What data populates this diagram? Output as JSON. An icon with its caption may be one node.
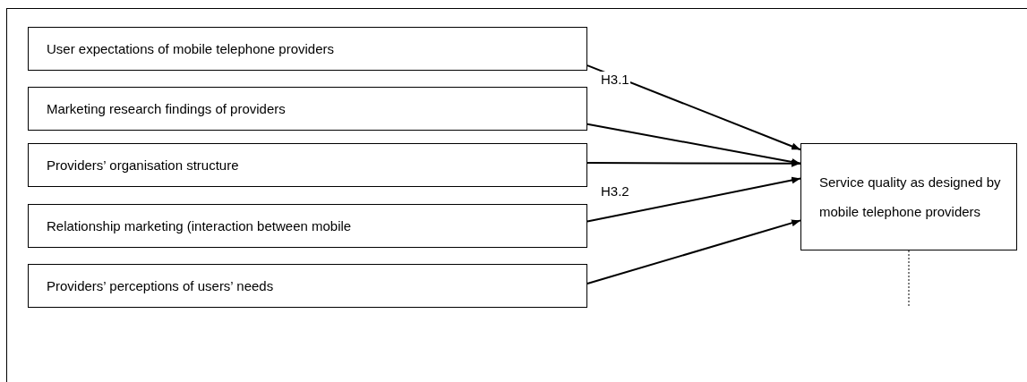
{
  "diagram": {
    "nodes": [
      {
        "text": [
          "User expectations of mobile telephone providers"
        ]
      },
      {
        "text": [
          "Marketing research findings of providers"
        ]
      },
      {
        "text": [
          "Providers’ organisation structure"
        ]
      },
      {
        "text": [
          "Relationship marketing (interaction between mobile"
        ]
      },
      {
        "text": [
          "Providers’ perceptions of users’ needs"
        ]
      },
      {
        "text": [
          "Service quality as designed by mobile telephone providers"
        ]
      }
    ],
    "edges": [
      {
        "from": 0,
        "to": 5,
        "arrow": "to",
        "label": "H3.1"
      },
      {
        "from": 1,
        "to": 5,
        "arrow": "to"
      },
      {
        "from": 2,
        "to": 5,
        "arrow": "to"
      },
      {
        "from": 3,
        "to": 5,
        "arrow": "to",
        "label": "H3.2"
      },
      {
        "from": 4,
        "to": 5,
        "arrow": "to"
      },
      {
        "from": 5,
        "to": null,
        "arrow": "none",
        "style": "dashed"
      }
    ]
  }
}
